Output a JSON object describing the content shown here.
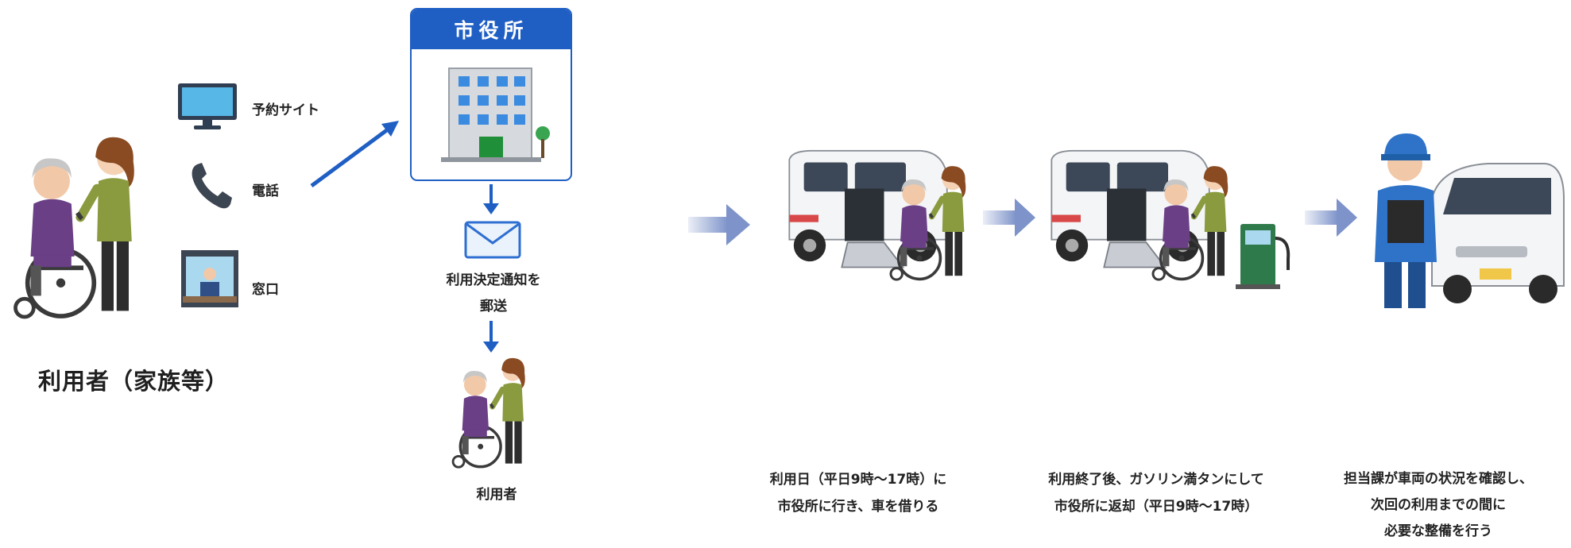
{
  "user_group": {
    "title": "利用者（家族等）"
  },
  "channels": [
    {
      "label": "予約サイト",
      "icon": "monitor-icon"
    },
    {
      "label": "電話",
      "icon": "phone-icon"
    },
    {
      "label": "窓口",
      "icon": "counter-window-icon"
    }
  ],
  "city_hall": {
    "title": "市役所",
    "icon": "building-icon"
  },
  "notification": {
    "line1": "利用決定通知を",
    "line2": "郵送",
    "icon": "envelope-icon"
  },
  "recipient": {
    "label": "利用者"
  },
  "steps": [
    {
      "line1": "利用日（平日9時～17時）に",
      "line2": "市役所に行き、車を借りる",
      "illustration": "van-wheelchair-boarding"
    },
    {
      "line1": "利用終了後、ガソリン満タンにして",
      "line2": "市役所に返却（平日9時～17時）",
      "illustration": "van-return-fuel-pump"
    },
    {
      "line1": "担当課が車両の状況を確認し、",
      "line2": "次回の利用までの間に",
      "line3": "必要な整備を行う",
      "illustration": "mechanic-inspection"
    }
  ],
  "colors": {
    "primary_blue": "#1f5fc4",
    "arrow_blue": "#7d93c9",
    "sweater_green": "#8a9a3e",
    "purple": "#6a3f86"
  }
}
